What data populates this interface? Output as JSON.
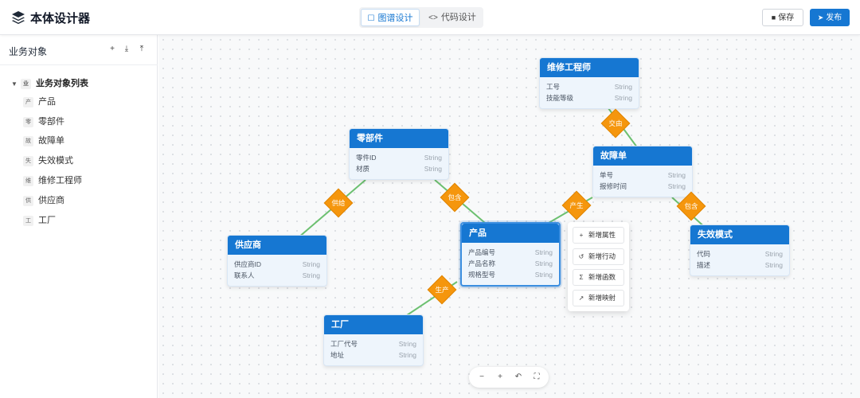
{
  "app": {
    "title": "本体设计器",
    "logo_icon": "layers-icon"
  },
  "mode_tabs": [
    {
      "label": "图谱设计",
      "icon": "graph-icon",
      "active": true
    },
    {
      "label": "代码设计",
      "icon": "code-icon",
      "active": false
    }
  ],
  "toolbar": {
    "save_label": "保存",
    "publish_label": "发布"
  },
  "sidebar": {
    "title": "业务对象",
    "actions": [
      "add-icon",
      "import-icon",
      "export-icon"
    ],
    "root": {
      "label": "业务对象列表",
      "badge": "业"
    },
    "items": [
      {
        "badge": "产",
        "label": "产品"
      },
      {
        "badge": "零",
        "label": "零部件"
      },
      {
        "badge": "故",
        "label": "故障单"
      },
      {
        "badge": "失",
        "label": "失效模式"
      },
      {
        "badge": "维",
        "label": "维修工程师"
      },
      {
        "badge": "供",
        "label": "供应商"
      },
      {
        "badge": "工",
        "label": "工厂"
      }
    ]
  },
  "entities": {
    "engineer": {
      "title": "维修工程师",
      "attrs": [
        {
          "name": "工号",
          "type": "String"
        },
        {
          "name": "技能等级",
          "type": "String"
        }
      ]
    },
    "part": {
      "title": "零部件",
      "attrs": [
        {
          "name": "零件ID",
          "type": "String"
        },
        {
          "name": "材质",
          "type": "String"
        }
      ]
    },
    "ticket": {
      "title": "故障单",
      "attrs": [
        {
          "name": "单号",
          "type": "String"
        },
        {
          "name": "报修时间",
          "type": "String"
        }
      ]
    },
    "supplier": {
      "title": "供应商",
      "attrs": [
        {
          "name": "供应商ID",
          "type": "String"
        },
        {
          "name": "联系人",
          "type": "String"
        }
      ]
    },
    "product": {
      "title": "产品",
      "attrs": [
        {
          "name": "产品编号",
          "type": "String"
        },
        {
          "name": "产品名称",
          "type": "String"
        },
        {
          "name": "规格型号",
          "type": "String"
        }
      ]
    },
    "failure": {
      "title": "失效模式",
      "attrs": [
        {
          "name": "代码",
          "type": "String"
        },
        {
          "name": "描述",
          "type": "String"
        }
      ]
    },
    "factory": {
      "title": "工厂",
      "attrs": [
        {
          "name": "工厂代号",
          "type": "String"
        },
        {
          "name": "地址",
          "type": "String"
        }
      ]
    }
  },
  "relations": {
    "assign": "交由",
    "supply": "供给",
    "contain1": "包含",
    "produce": "产生",
    "contain2": "包含",
    "make": "生产"
  },
  "context_menu": [
    {
      "icon": "plus-icon",
      "label": "新增属性"
    },
    {
      "icon": "history-icon",
      "label": "新增行动"
    },
    {
      "icon": "sigma-icon",
      "label": "新增函数"
    },
    {
      "icon": "trend-icon",
      "label": "新增映射"
    }
  ],
  "zoom_controls": [
    "zoom-out-icon",
    "zoom-in-icon",
    "undo-icon",
    "fit-screen-icon"
  ],
  "colors": {
    "accent": "#1677d2",
    "relation": "#f5960d",
    "link": "#6cc070"
  }
}
